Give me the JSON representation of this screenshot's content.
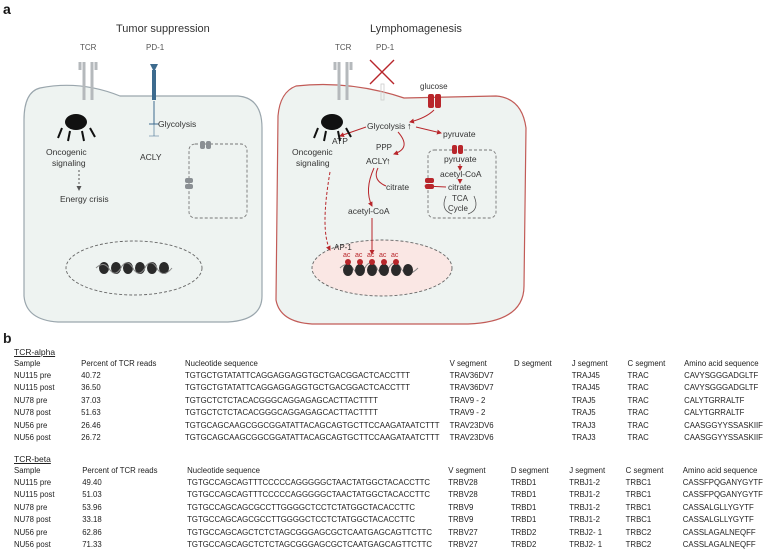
{
  "panel_a": {
    "label": "a",
    "left": {
      "title": "Tumor suppression",
      "tcr": "TCR",
      "pd1": "PD-1",
      "glycolysis": "Glycolysis",
      "acly": "ACLY",
      "oncogenic": [
        "Oncogenic",
        "signaling"
      ],
      "energy_crisis": "Energy crisis"
    },
    "right": {
      "title": "Lymphomagenesis",
      "tcr": "TCR",
      "pd1": "PD-1",
      "glucose": "glucose",
      "glycolysis": "Glycolysis",
      "atp": "ATP",
      "ppp": "PPP",
      "acly": "ACLY",
      "pyruvate_cyto": "pyruvate",
      "pyruvate_mito": "pyruvate",
      "acetyl_coa_mito": "acetyl-CoA",
      "citrate_mito": "citrate",
      "tca": [
        "TCA",
        "Cycle"
      ],
      "citrate_cyto": "citrate",
      "acetyl_coa_cyto": "acetyl-CoA",
      "ap1": "AP-1",
      "ac": "ac",
      "oncogenic": [
        "Oncogenic",
        "signaling"
      ]
    },
    "colors": {
      "red": "#b8262b",
      "membrane_red": "#c25b57",
      "membrane_gray": "#9aa6ad",
      "cell_fill": "#eef3f1",
      "blue": "#3d6b8e",
      "nucleus_fill": "#fae7e4"
    }
  },
  "panel_b": {
    "label": "b",
    "alpha": {
      "title": "TCR-alpha",
      "columns": [
        "Sample",
        "Percent of TCR reads",
        "Nucleotide sequence",
        "V segment",
        "D segment",
        "J segment",
        "C segment",
        "Amino acid sequence"
      ],
      "rows": [
        [
          "NU115 pre",
          "40.72",
          "TGTGCTGTATATTCAGGAGGAGGTGCTGACGGACTCACCTTT",
          "TRAV36DV7",
          "",
          "TRAJ45",
          "TRAC",
          "CAVYSGGGADGLTF"
        ],
        [
          "NU115 post",
          "36.50",
          "TGTGCTGTATATTCAGGAGGAGGTGCTGACGGACTCACCTTT",
          "TRAV36DV7",
          "",
          "TRAJ45",
          "TRAC",
          "CAVYSGGGADGLTF"
        ],
        [
          "NU78 pre",
          "37.03",
          "TGTGCTCTCTACACGGGCAGGAGAGCACTTACTTTT",
          "TRAV9 - 2",
          "",
          "TRAJ5",
          "TRAC",
          "CALYTGRRALTF"
        ],
        [
          "NU78 post",
          "51.63",
          "TGTGCTCTCTACACGGGCAGGAGAGCACTTACTTTT",
          "TRAV9 - 2",
          "",
          "TRAJ5",
          "TRAC",
          "CALYTGRRALTF"
        ],
        [
          "NU56 pre",
          "26.46",
          "TGTGCAGCAAGCGGCGGATATTACAGCAGTGCTTCCAAGATAATCTTT",
          "TRAV23DV6",
          "",
          "TRAJ3",
          "TRAC",
          "CAASGGYYSSASKIIF"
        ],
        [
          "NU56 post",
          "26.72",
          "TGTGCAGCAAGCGGCGGATATTACAGCAGTGCTTCCAAGATAATCTTT",
          "TRAV23DV6",
          "",
          "TRAJ3",
          "TRAC",
          "CAASGGYYSSASKIIF"
        ]
      ]
    },
    "beta": {
      "title": "TCR-beta",
      "columns": [
        "Sample",
        "Percent of TCR reads",
        "Nucleotide sequence",
        "V segment",
        "D segment",
        "J segment",
        "C segment",
        "Amino acid sequence"
      ],
      "rows": [
        [
          "NU115 pre",
          "49.40",
          "TGTGCCAGCAGTTTCCCCCAGGGGGCTAACTATGGCTACACCTTC",
          "TRBV28",
          "TRBD1",
          "TRBJ1-2",
          "TRBC1",
          "CASSFPQGANYGYTF"
        ],
        [
          "NU115 post",
          "51.03",
          "TGTGCCAGCAGTTTCCCCCAGGGGGCTAACTATGGCTACACCTTC",
          "TRBV28",
          "TRBD1",
          "TRBJ1-2",
          "TRBC1",
          "CASSFPQGANYGYTF"
        ],
        [
          "NU78 pre",
          "53.96",
          "TGTGCCAGCAGCGCCTTGGGGCTCCTCTATGGCTACACCTTC",
          "TRBV9",
          "TRBD1",
          "TRBJ1-2",
          "TRBC1",
          "CASSALGLLYGYTF"
        ],
        [
          "NU78 post",
          "33.18",
          "TGTGCCAGCAGCGCCTTGGGGCTCCTCTATGGCTACACCTTC",
          "TRBV9",
          "TRBD1",
          "TRBJ1-2",
          "TRBC1",
          "CASSALGLLYGYTF"
        ],
        [
          "NU56 pre",
          "62.86",
          "TGTGCCAGCAGCTCTCTAGCGGGAGCGCTCAATGAGCAGTTCTTC",
          "TRBV27",
          "TRBD2",
          "TRBJ2- 1",
          "TRBC2",
          "CASSLAGALNEQFF"
        ],
        [
          "NU56 post",
          "71.33",
          "TGTGCCAGCAGCTCTCTAGCGGGAGCGCTCAATGAGCAGTTCTTC",
          "TRBV27",
          "TRBD2",
          "TRBJ2- 1",
          "TRBC2",
          "CASSLAGALNEQFF"
        ]
      ]
    }
  }
}
